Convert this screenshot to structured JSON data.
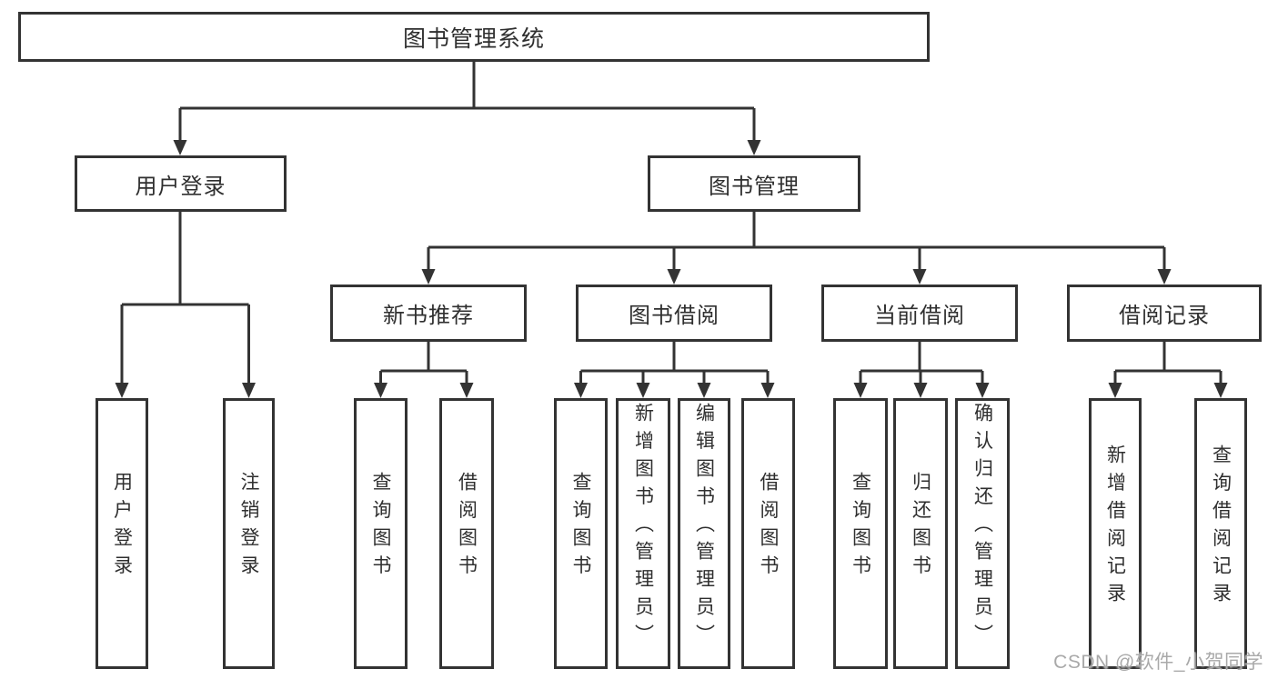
{
  "diagram": {
    "watermark": "CSDN @软件_小贺同学",
    "colors": {
      "line": "#333333",
      "border": "#333333",
      "text": "#2f2f2f",
      "background": "#ffffff",
      "watermark": "#a9a9a9"
    },
    "nodes": {
      "root": {
        "label": "图书管理系统"
      },
      "user_login": {
        "label": "用户登录"
      },
      "book_management": {
        "label": "图书管理"
      },
      "new_book_recommend": {
        "label": "新书推荐"
      },
      "book_borrow": {
        "label": "图书借阅"
      },
      "current_borrow": {
        "label": "当前借阅"
      },
      "borrow_records": {
        "label": "借阅记录"
      },
      "leaf_user_login": {
        "label": "用户登录"
      },
      "leaf_logout": {
        "label": "注销登录"
      },
      "leaf_query_books_recommend": {
        "label": "查询图书"
      },
      "leaf_borrow_books_recommend": {
        "label": "借阅图书"
      },
      "leaf_query_books_borrow": {
        "label": "查询图书"
      },
      "leaf_add_books_admin": {
        "label": "新增图书（管理员）"
      },
      "leaf_edit_books_admin": {
        "label": "编辑图书（管理员）"
      },
      "leaf_borrow_books_borrow": {
        "label": "借阅图书"
      },
      "leaf_query_books_current": {
        "label": "查询图书"
      },
      "leaf_return_books": {
        "label": "归还图书"
      },
      "leaf_confirm_return_admin": {
        "label": "确认归还（管理员）"
      },
      "leaf_add_borrow_record": {
        "label": "新增借阅记录"
      },
      "leaf_query_borrow_record": {
        "label": "查询借阅记录"
      }
    }
  }
}
